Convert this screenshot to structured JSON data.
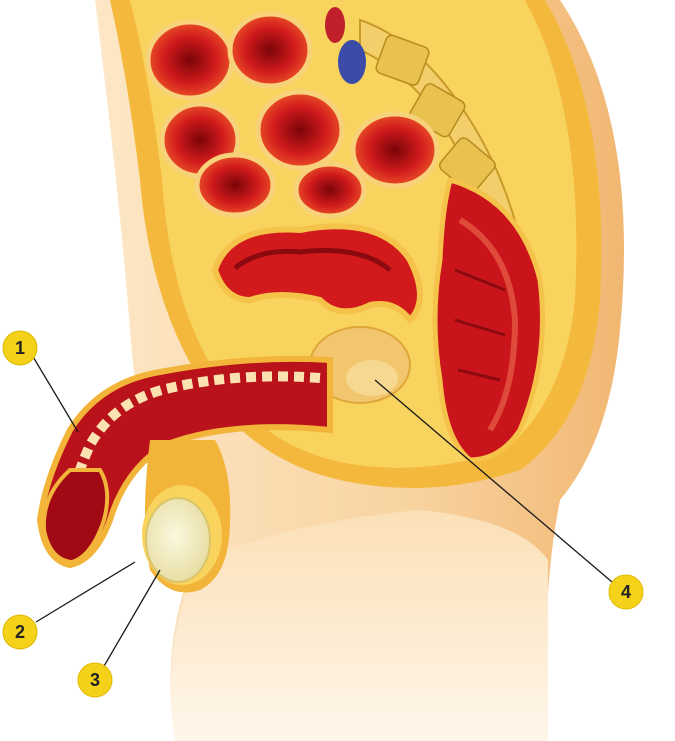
{
  "markers": [
    {
      "id": "1",
      "label": "1"
    },
    {
      "id": "2",
      "label": "2"
    },
    {
      "id": "3",
      "label": "3"
    },
    {
      "id": "4",
      "label": "4"
    }
  ],
  "colors": {
    "skin": "#f6c98a",
    "skin_light": "#fbe3bd",
    "fat": "#f3b43a",
    "fat_light": "#f8d25a",
    "muscle": "#c8141a",
    "muscle_dark": "#8a0a10",
    "marker_fill": "#f5d21a"
  }
}
